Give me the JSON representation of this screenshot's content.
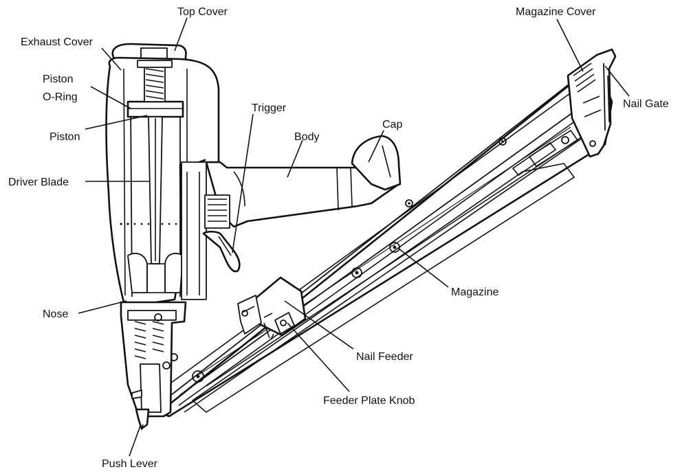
{
  "labels": {
    "top_cover": "Top Cover",
    "magazine_cover": "Magazine Cover",
    "exhaust_cover": "Exhaust Cover",
    "piston_o_ring_line1": "Piston",
    "piston_o_ring_line2": "O-Ring",
    "nail_gate": "Nail Gate",
    "trigger": "Trigger",
    "cap": "Cap",
    "body": "Body",
    "piston": "Piston",
    "driver_blade": "Driver Blade",
    "magazine": "Magazine",
    "nose": "Nose",
    "nail_feeder": "Nail Feeder",
    "feeder_plate_knob": "Feeder Plate Knob",
    "push_lever": "Push Lever"
  }
}
